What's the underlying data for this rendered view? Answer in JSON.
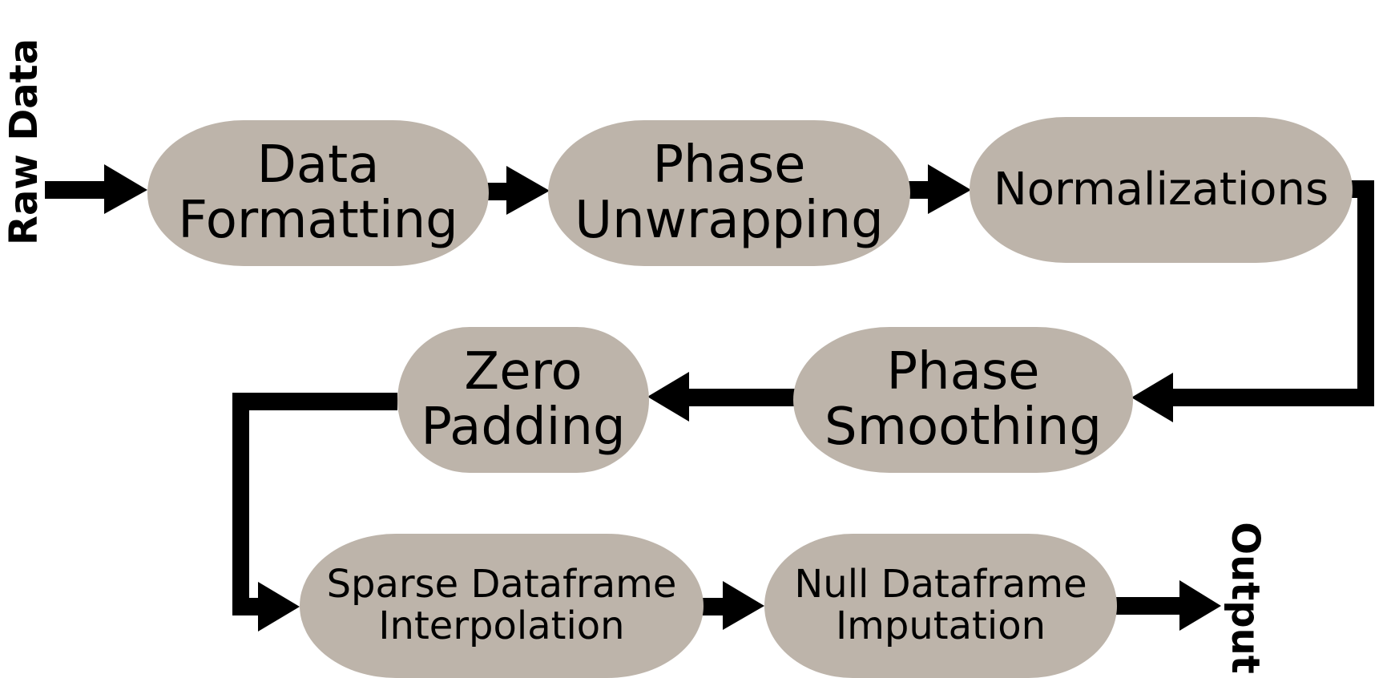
{
  "diagram": {
    "input_label": "Raw Data",
    "output_label": "Output",
    "node_fill": "#bdb4aa",
    "arrow_color": "#000000",
    "steps": [
      {
        "id": "data-formatting",
        "lines": [
          "Data",
          "Formatting"
        ]
      },
      {
        "id": "phase-unwrapping",
        "lines": [
          "Phase",
          "Unwrapping"
        ]
      },
      {
        "id": "normalizations",
        "lines": [
          "Normalizations"
        ]
      },
      {
        "id": "phase-smoothing",
        "lines": [
          "Phase",
          "Smoothing"
        ]
      },
      {
        "id": "zero-padding",
        "lines": [
          "Zero",
          "Padding"
        ]
      },
      {
        "id": "sparse-dataframe-interpolation",
        "lines": [
          "Sparse Dataframe",
          "Interpolation"
        ]
      },
      {
        "id": "null-dataframe-imputation",
        "lines": [
          "Null Dataframe",
          "Imputation"
        ]
      }
    ]
  }
}
